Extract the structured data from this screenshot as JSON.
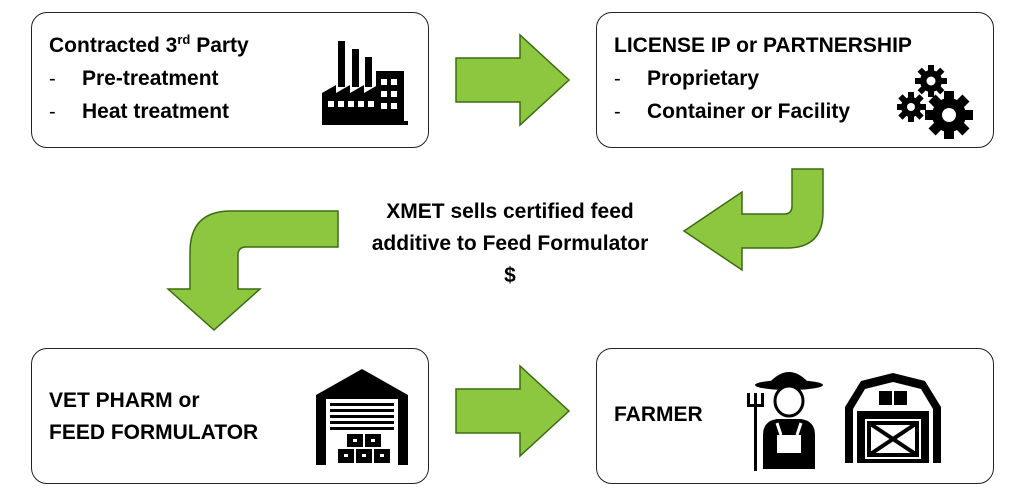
{
  "box1": {
    "title_prefix": "Contracted 3",
    "title_sup": "rd",
    "title_suffix": " Party",
    "items": [
      "Pre-treatment",
      "Heat treatment"
    ],
    "icon": "factory-icon"
  },
  "box2": {
    "title": "LICENSE IP or PARTNERSHIP",
    "items": [
      "Proprietary",
      "Container or Facility"
    ],
    "icon": "gears-icon"
  },
  "center": {
    "line1": "XMET sells certified feed",
    "line2": "additive to Feed Formulator",
    "line3": "$"
  },
  "box3": {
    "line1": "VET PHARM or",
    "line2": "FEED FORMULATOR",
    "icon": "warehouse-icon"
  },
  "box4": {
    "title": "FARMER",
    "icons": [
      "farmer-icon",
      "barn-icon"
    ]
  },
  "colors": {
    "arrow_fill": "#8dc63f",
    "arrow_stroke": "#3d6b13",
    "border": "#222222"
  },
  "bullet_char": "-"
}
